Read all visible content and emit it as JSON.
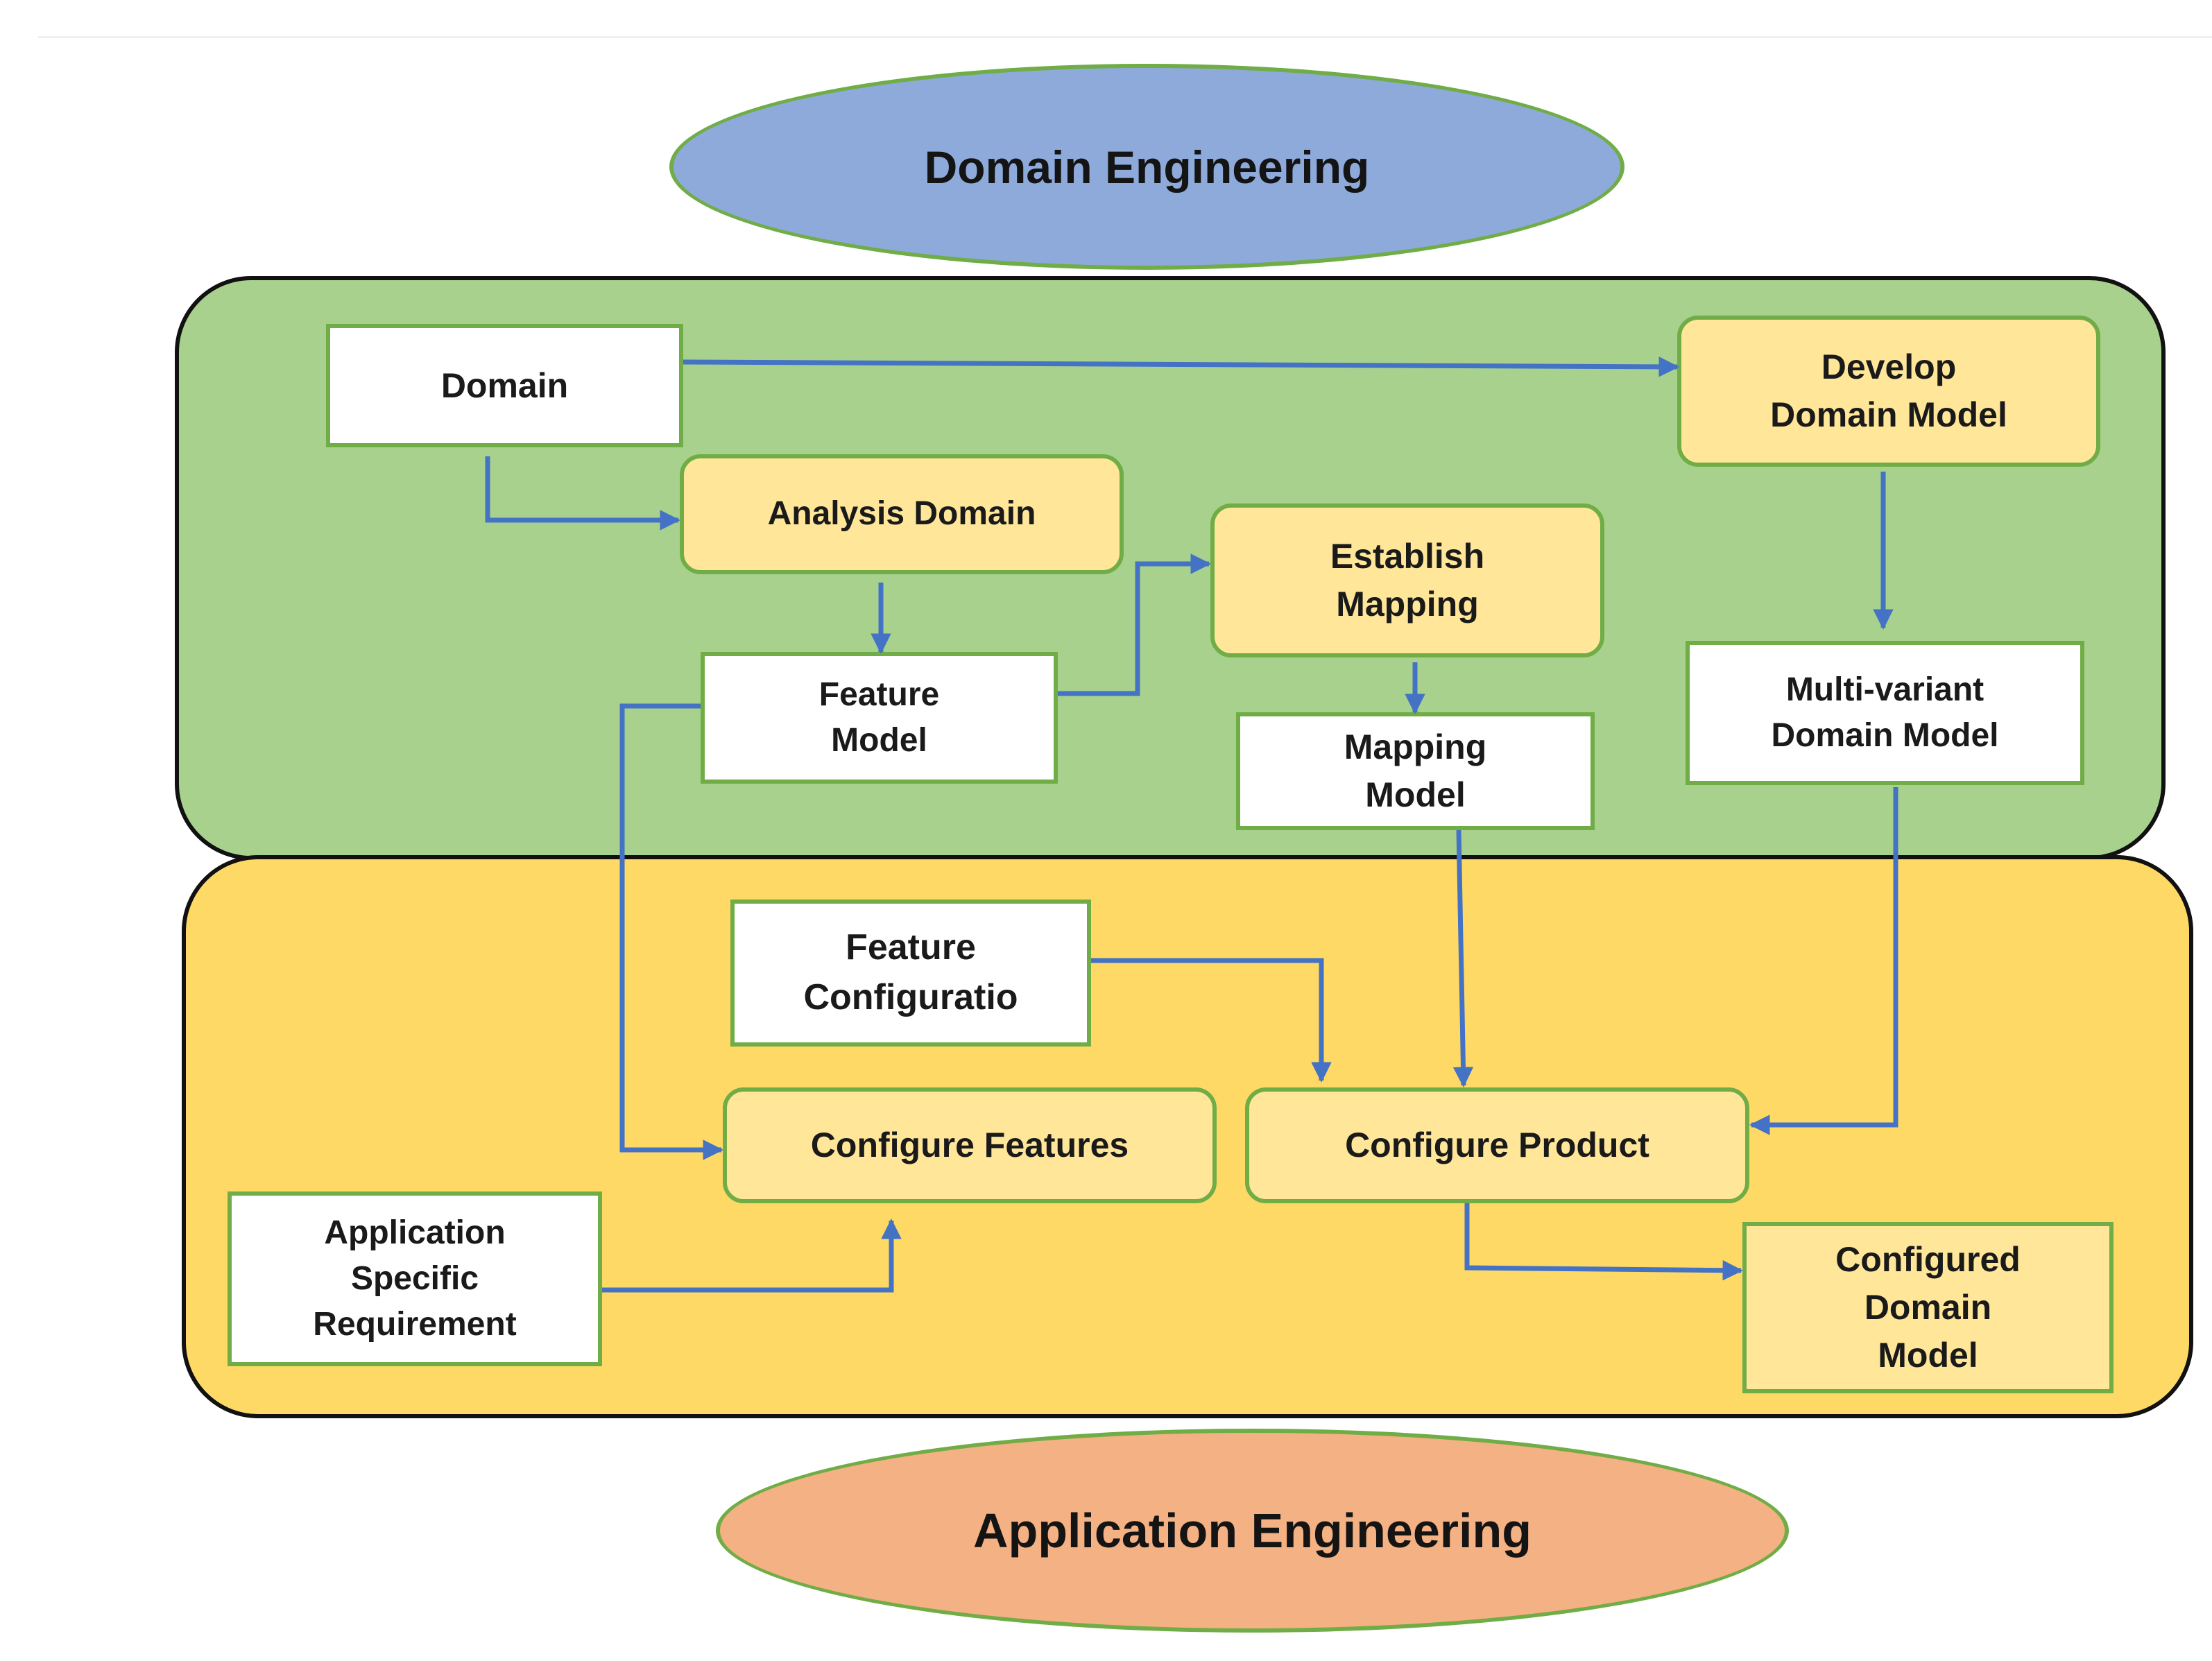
{
  "ellipses": {
    "domain_engineering": "Domain Engineering",
    "application_engineering": "Application Engineering"
  },
  "domain_layer": {
    "domain": "Domain",
    "analysis_domain": "Analysis Domain",
    "feature_model": "Feature\nModel",
    "establish_mapping": "Establish\nMapping",
    "mapping_model": "Mapping\nModel",
    "develop_domain_model": "Develop\nDomain Model",
    "multi_variant_domain_model": "Multi-variant\nDomain Model"
  },
  "application_layer": {
    "feature_configuration": "Feature\nConfiguratio",
    "configure_features": "Configure Features",
    "configure_product": "Configure  Product",
    "application_specific_requirement": "Application\nSpecific\nRequirement",
    "configured_domain_model": "Configured\nDomain\nModel"
  },
  "colors": {
    "domain_ellipse": "#8eaadb",
    "application_ellipse": "#f4b183",
    "domain_panel": "#a9d18e",
    "application_panel": "#ffd966",
    "process_box": "#ffe699",
    "box_border": "#70ad47",
    "arrow": "#4472c4"
  }
}
